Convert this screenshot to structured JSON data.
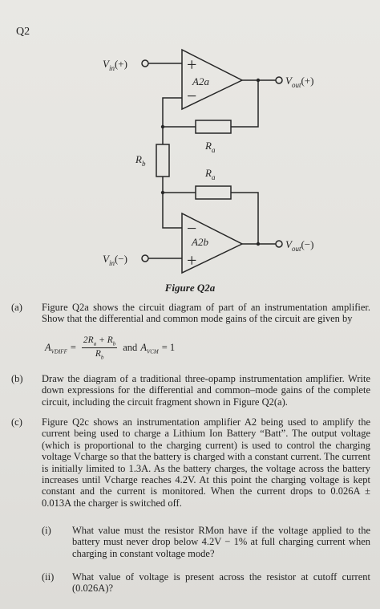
{
  "question_number": "Q2",
  "circuit": {
    "vin_plus": "V",
    "vin_plus_sub": "in",
    "vin_plus_sign": "(+)",
    "vin_minus": "V",
    "vin_minus_sub": "in",
    "vin_minus_sign": "(−)",
    "vout_plus": "V",
    "vout_plus_sub": "out",
    "vout_plus_sign": "(+)",
    "vout_minus": "V",
    "vout_minus_sub": "out",
    "vout_minus_sign": "(−)",
    "opamp_top": "A2a",
    "opamp_bottom": "A2b",
    "ra_top": "R",
    "ra_top_sub": "a",
    "ra_bottom": "R",
    "ra_bottom_sub": "a",
    "rb": "R",
    "rb_sub": "b",
    "plus": "+",
    "minus": "−"
  },
  "figure_caption": "Figure Q2a",
  "parts": {
    "a": {
      "label": "(a)",
      "text": "Figure Q2a shows the circuit diagram of part of an instrumentation amplifier. Show that the differential and common mode gains of the circuit are given by"
    },
    "equation": {
      "a_vdiff": "A",
      "a_vdiff_sub": "VDIFF",
      "eq1": "=",
      "numerator": "2R",
      "numerator_sub": "a",
      "numerator_rest": " + R",
      "numerator_rest_sub": "b",
      "denominator": "R",
      "denominator_sub": "b",
      "and": "and",
      "a_vcm": "A",
      "a_vcm_sub": "VCM",
      "eq2": "= 1"
    },
    "b": {
      "label": "(b)",
      "text": "Draw the diagram of a traditional three-opamp instrumentation amplifier. Write down expressions for the differential and common–mode gains of the complete circuit, including the circuit fragment shown in Figure Q2(a)."
    },
    "c": {
      "label": "(c)",
      "text": "Figure Q2c shows an instrumentation amplifier A2 being used to amplify the current being used to charge a Lithium Ion Battery “Batt”. The output voltage (which is proportional to the charging current) is used to control the charging voltage Vcharge so that the battery is charged with a constant current. The current is initially limited to 1.3A. As the battery charges, the voltage across the battery increases until Vcharge reaches 4.2V. At this point the charging voltage is kept constant and the current is monitored. When the current drops to 0.026A ± 0.013A the charger is switched off."
    },
    "c_i": {
      "label": "(i)",
      "text": "What value must the resistor RMon have if the voltage applied to the battery must never drop below 4.2V − 1% at full charging current when charging in constant voltage mode?"
    },
    "c_ii": {
      "label": "(ii)",
      "text": "What value of voltage is present across the resistor at cutoff current (0.026A)?"
    }
  }
}
